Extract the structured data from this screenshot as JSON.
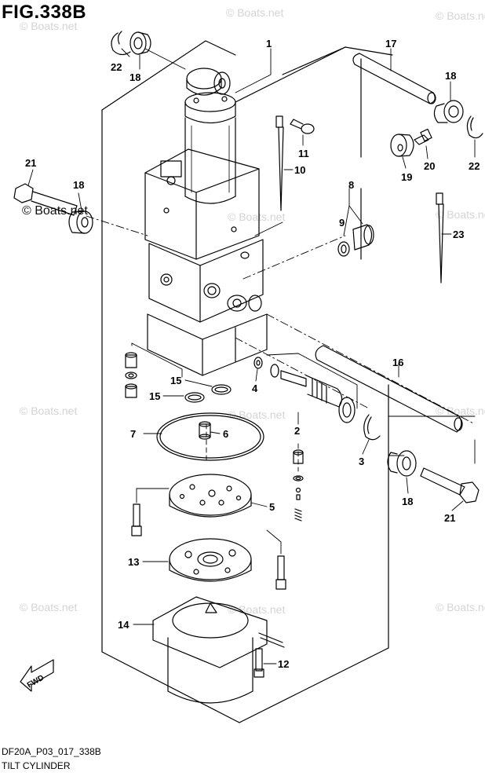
{
  "figure": {
    "title": "FIG.338B",
    "code": "DF20A_P03_017_338B",
    "caption": "TILT CYLINDER",
    "fwd_label": "FWD"
  },
  "watermark": {
    "text": "© Boats.net"
  },
  "callouts": [
    {
      "id": "1",
      "label": "1"
    },
    {
      "id": "2",
      "label": "2"
    },
    {
      "id": "3",
      "label": "3"
    },
    {
      "id": "4",
      "label": "4"
    },
    {
      "id": "5",
      "label": "5"
    },
    {
      "id": "6",
      "label": "6"
    },
    {
      "id": "7",
      "label": "7"
    },
    {
      "id": "8",
      "label": "8"
    },
    {
      "id": "9",
      "label": "9"
    },
    {
      "id": "10",
      "label": "10"
    },
    {
      "id": "11",
      "label": "11"
    },
    {
      "id": "12",
      "label": "12"
    },
    {
      "id": "13",
      "label": "13"
    },
    {
      "id": "14",
      "label": "14"
    },
    {
      "id": "15a",
      "label": "15"
    },
    {
      "id": "15b",
      "label": "15"
    },
    {
      "id": "16",
      "label": "16"
    },
    {
      "id": "17",
      "label": "17"
    },
    {
      "id": "18a",
      "label": "18"
    },
    {
      "id": "18b",
      "label": "18"
    },
    {
      "id": "18c",
      "label": "18"
    },
    {
      "id": "18d",
      "label": "18"
    },
    {
      "id": "19",
      "label": "19"
    },
    {
      "id": "20",
      "label": "20"
    },
    {
      "id": "21a",
      "label": "21"
    },
    {
      "id": "21b",
      "label": "21"
    },
    {
      "id": "22a",
      "label": "22"
    },
    {
      "id": "22b",
      "label": "22"
    },
    {
      "id": "23",
      "label": "23"
    }
  ]
}
